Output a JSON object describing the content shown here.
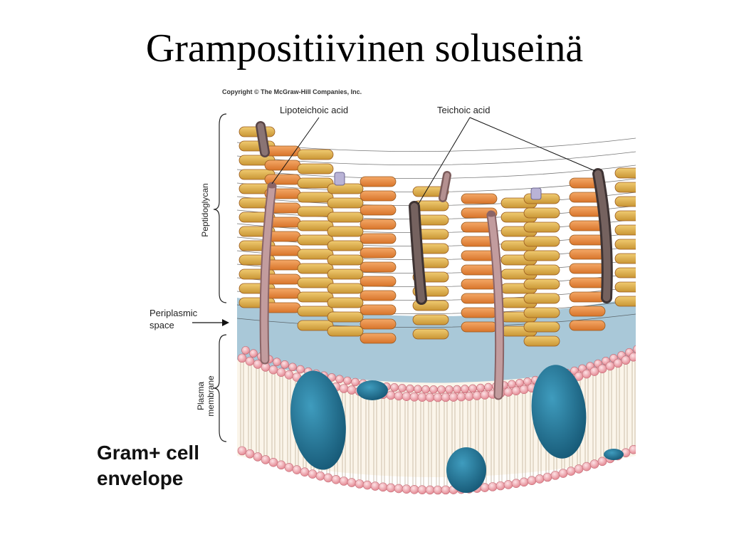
{
  "slide": {
    "title": "Grampositiivinen soluseinä"
  },
  "figure": {
    "copyright": "Copyright © The McGraw-Hill Companies, Inc.",
    "labels": {
      "lipoteichoic_acid": "Lipoteichoic acid",
      "teichoic_acid": "Teichoic acid",
      "peptidoglycan": "Peptidoglycan",
      "periplasmic_space_line1": "Periplasmic",
      "periplasmic_space_line2": "space",
      "plasma_membrane_line1": "Plasma",
      "plasma_membrane_line2": "membrane",
      "envelope_line1": "Gram+ cell",
      "envelope_line2": "envelope"
    },
    "colors": {
      "peptidoglycan_orange": "#e98a3c",
      "peptidoglycan_tan": "#e0b04a",
      "periplasm_blue": "#a9c8d8",
      "lipid_head_pink": "#f0a3ab",
      "membrane_protein_teal": "#1f6f8f",
      "teichoic_rod": "#6f5a5a",
      "lipoteichoic_rod": "#b48a8c"
    }
  }
}
